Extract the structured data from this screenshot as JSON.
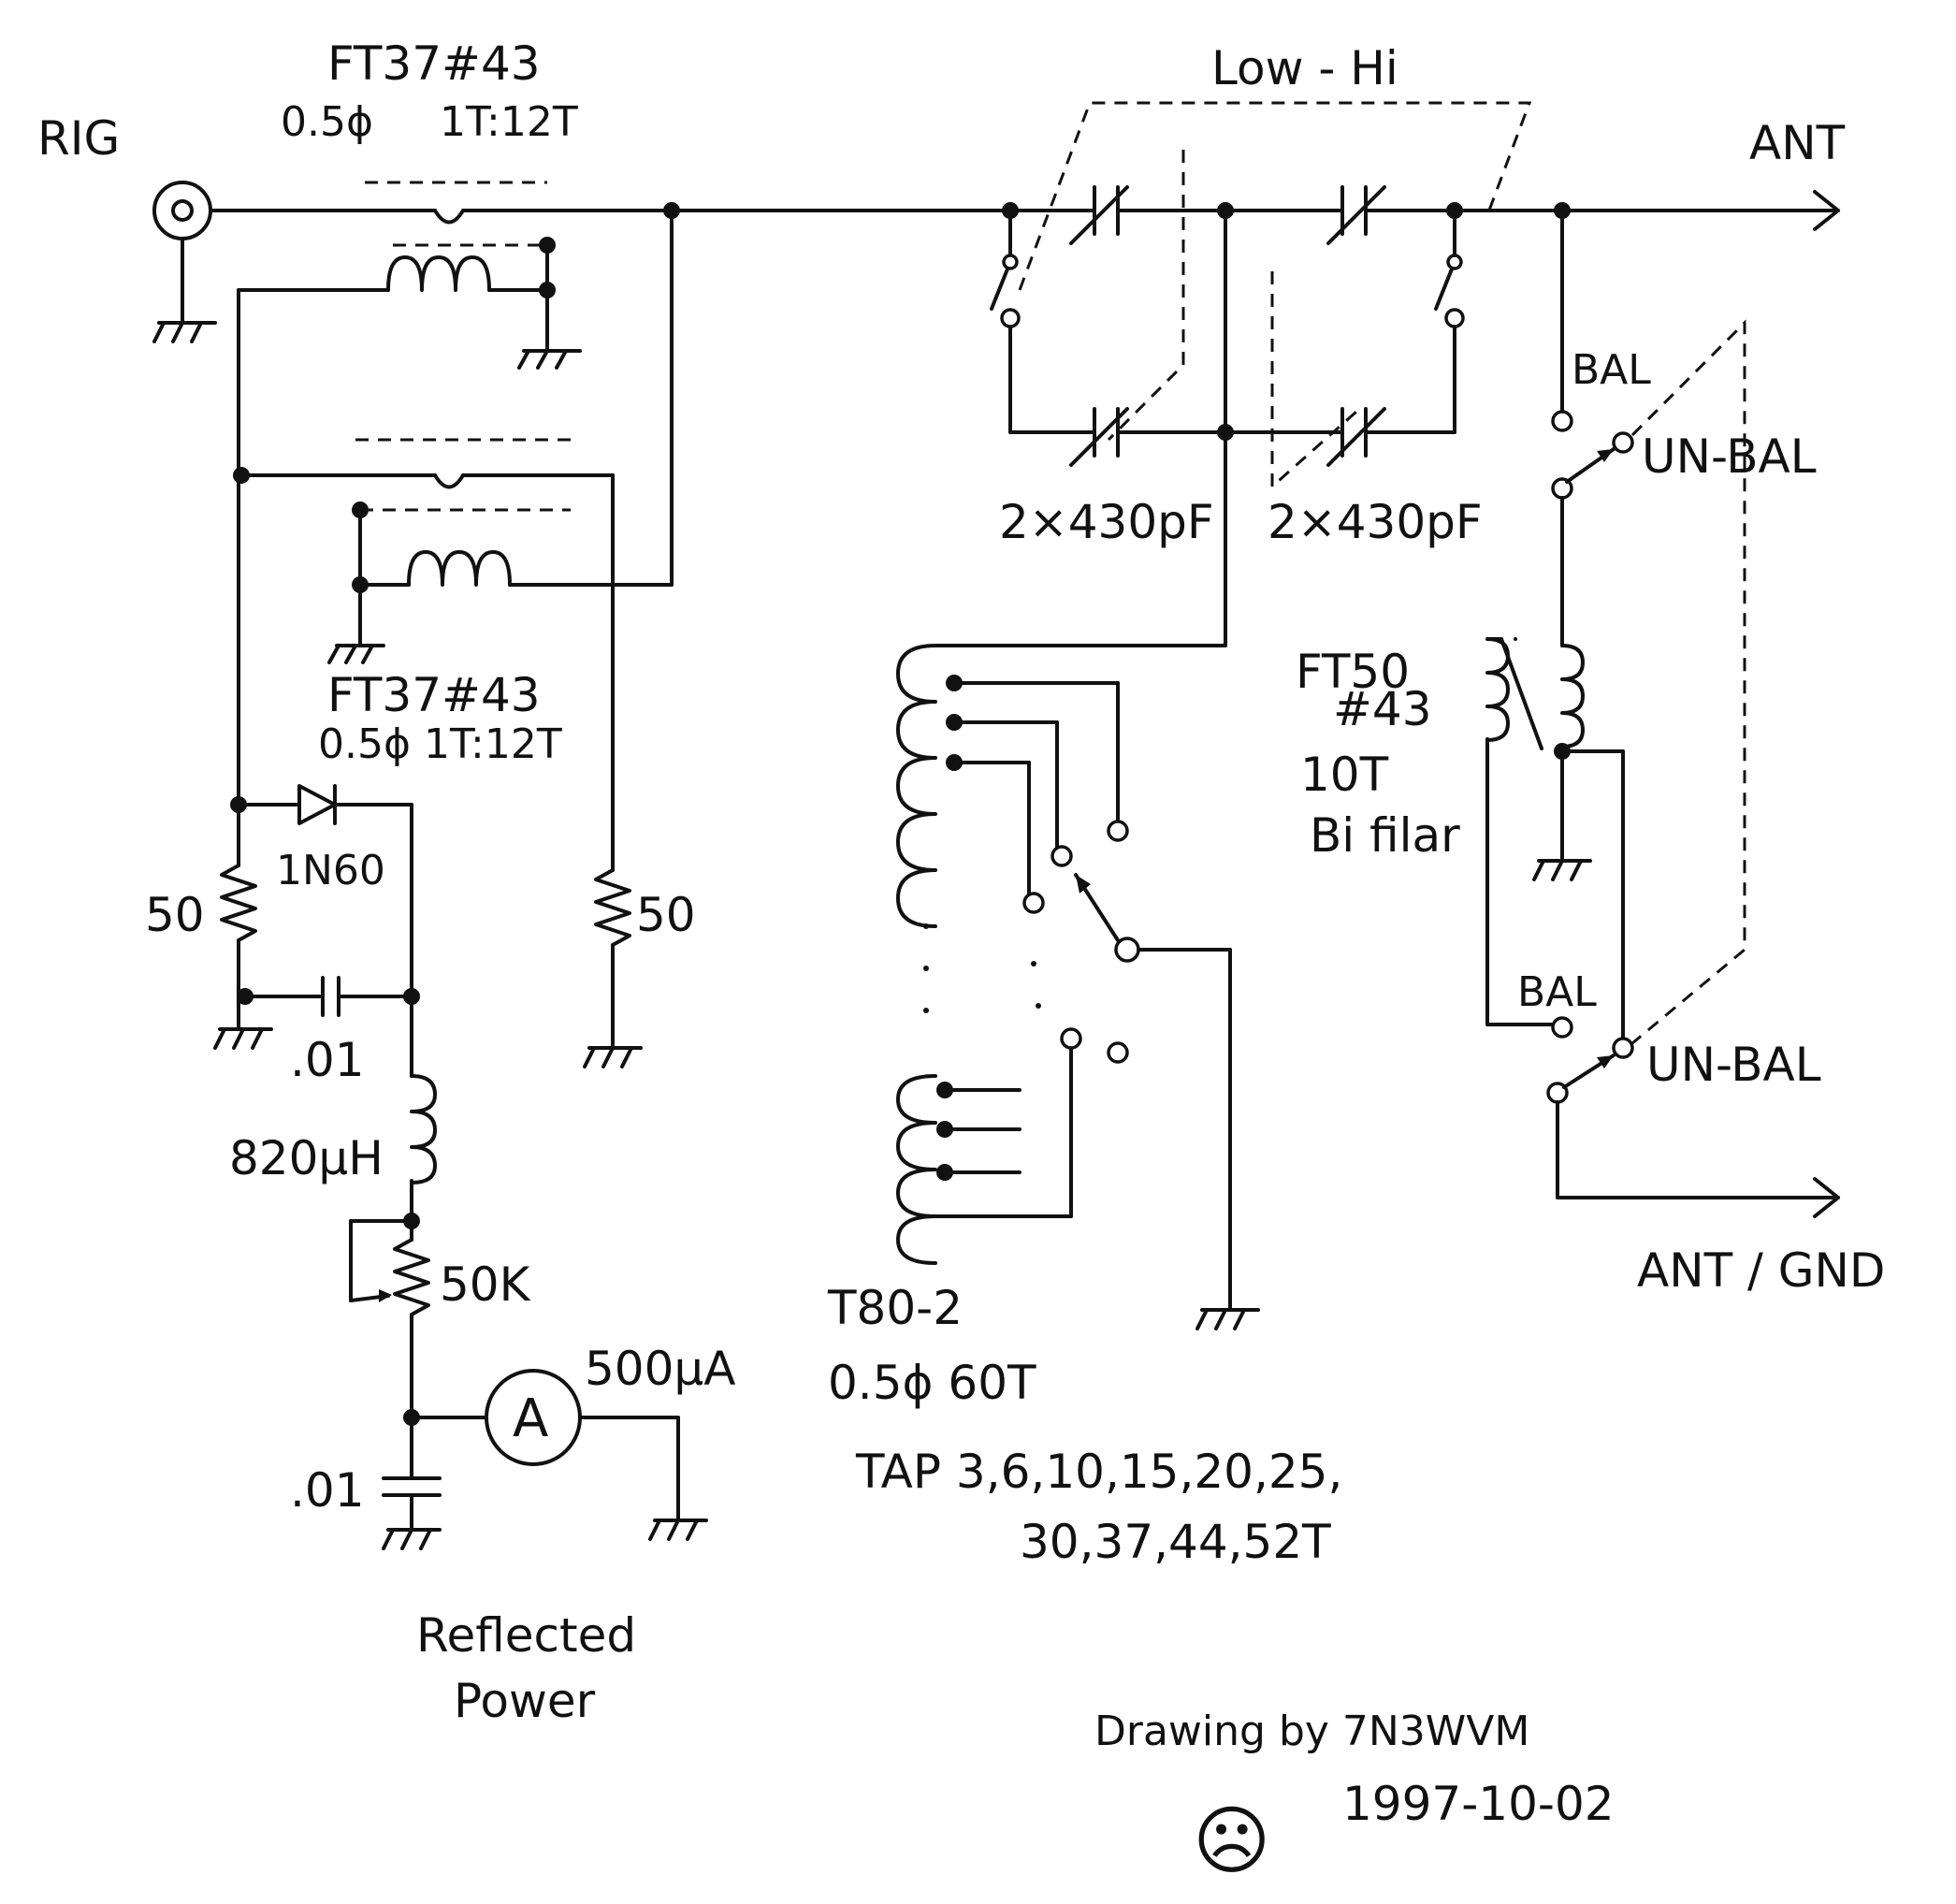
{
  "labels": {
    "rig": "RIG",
    "ant": "ANT",
    "ant_gnd": "ANT / GND",
    "low_hi": "Low - Hi",
    "ft37_top_name": "FT37#43",
    "ft37_top_spec_a": "0.5ϕ",
    "ft37_top_spec_b": "1T:12T",
    "ft37_mid_name": "FT37#43",
    "ft37_mid_spec": "0.5ϕ 1T:12T",
    "cap_left": "2×430pF",
    "cap_right": "2×430pF",
    "bal_top": "BAL",
    "unbal_top": "UN-BAL",
    "bal_bottom": "BAL",
    "unbal_bottom": "UN-BAL",
    "ft50_a": "FT50",
    "ft50_b": "#43",
    "ft50_turns": "10T",
    "ft50_wind": "Bi filar",
    "diode": "1N60",
    "res_left": "50",
    "res_right": "50",
    "cap_small_top": ".01",
    "choke": "820μH",
    "pot": "50K",
    "meter": "A",
    "meter_range": "500μA",
    "cap_small_bottom": ".01",
    "t80_name": "T80-2",
    "t80_spec": "0.5ϕ 60T",
    "taps_line1": "TAP 3,6,10,15,20,25,",
    "taps_line2": "30,37,44,52T",
    "reflected_1": "Reflected",
    "reflected_2": "Power",
    "credit": "Drawing by 7N3WVM",
    "date": "1997-10-02",
    "face": "☹"
  }
}
